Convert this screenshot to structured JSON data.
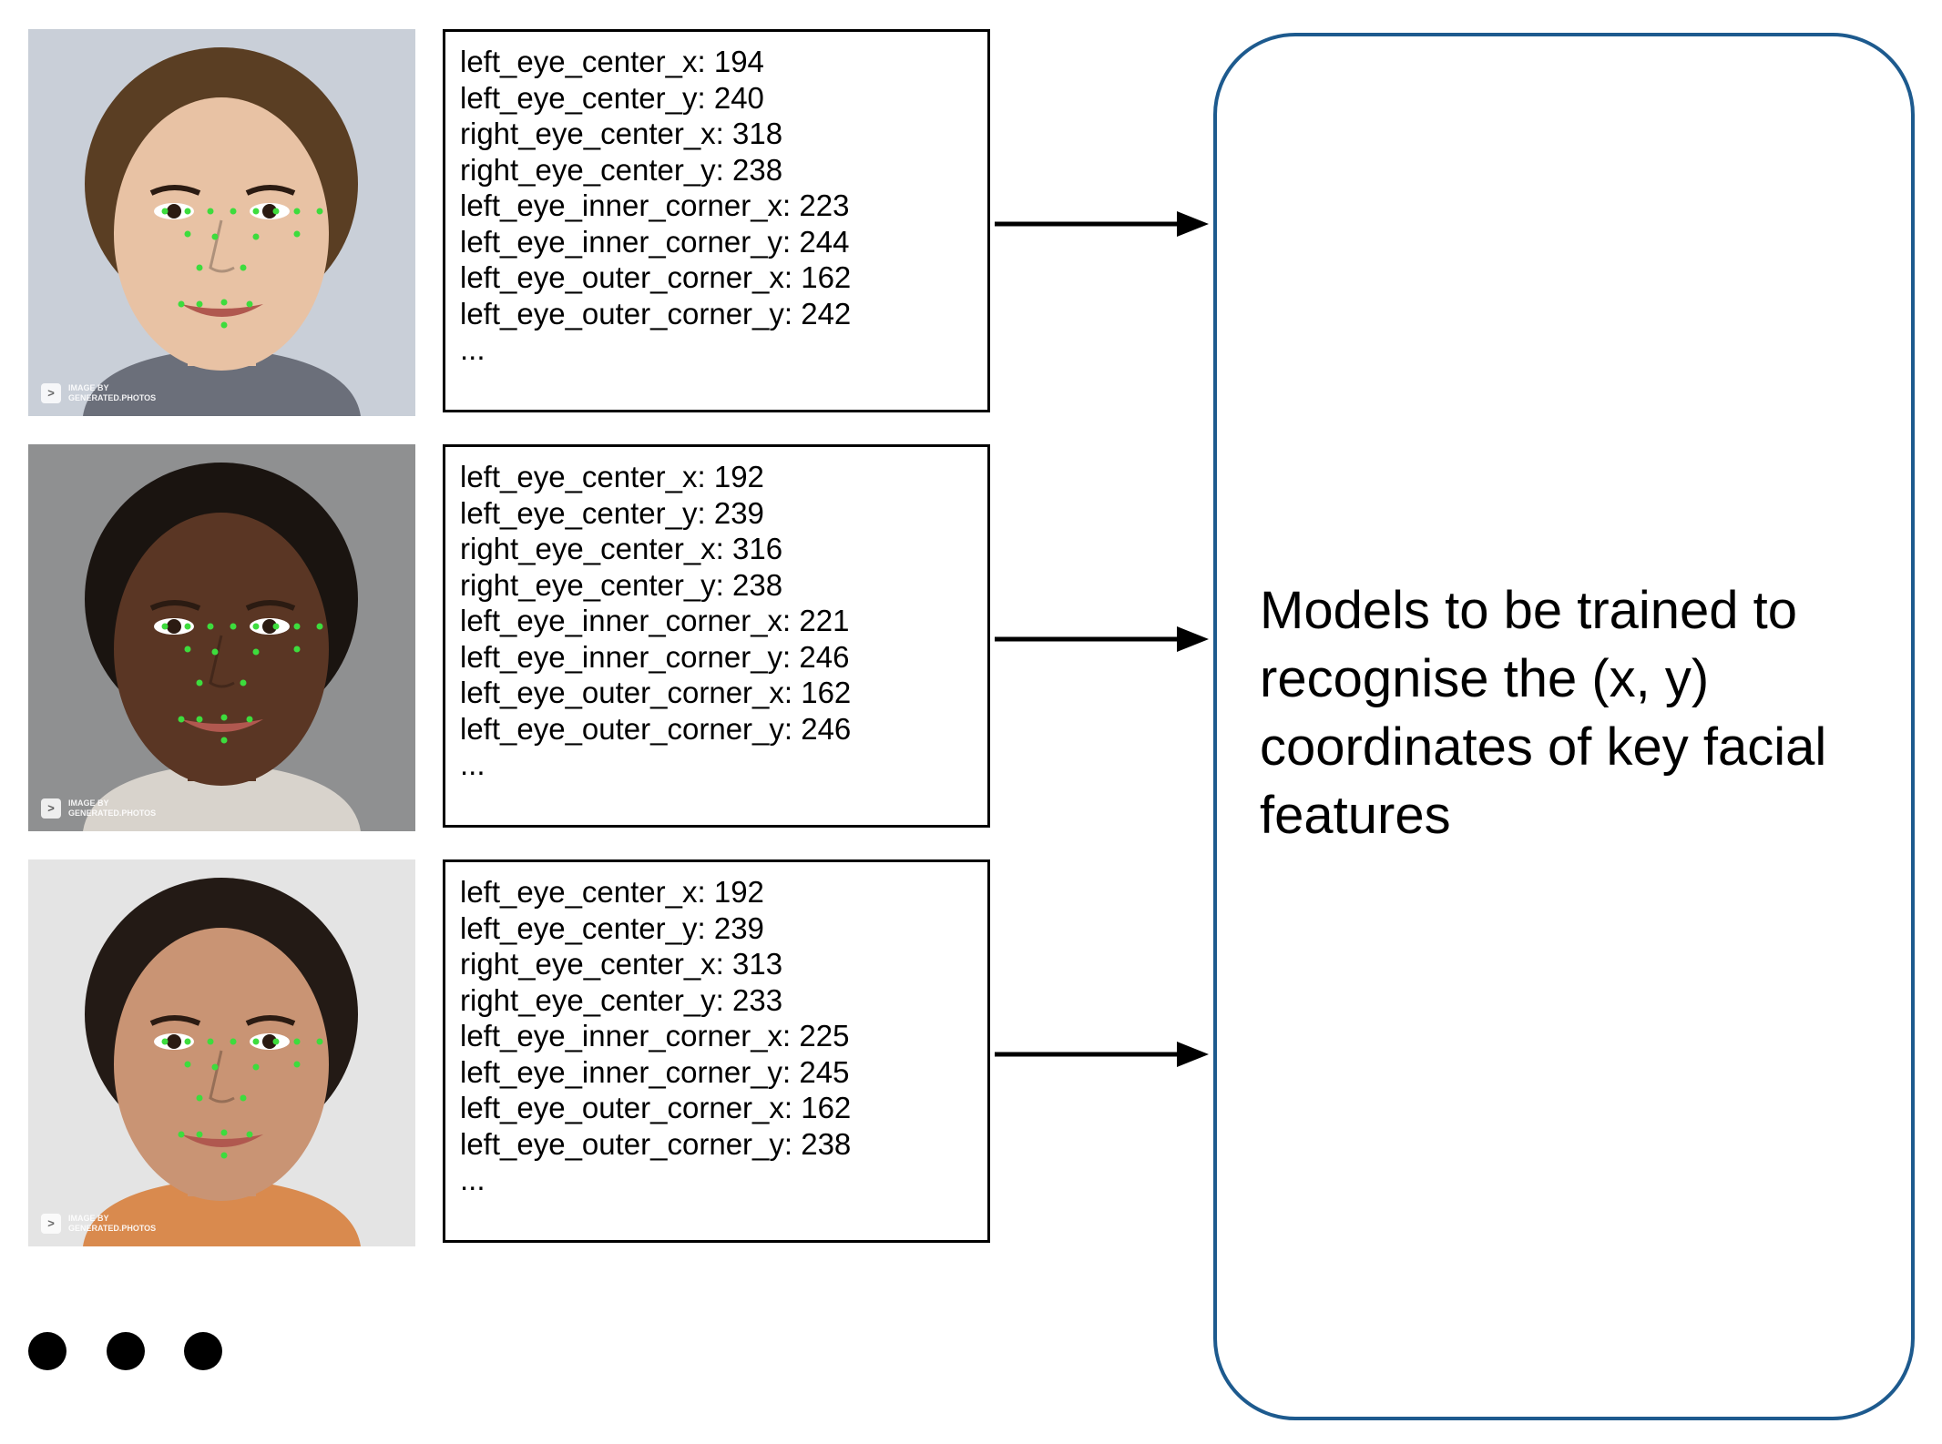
{
  "samples": [
    {
      "skin": "#e8c2a4",
      "hair": "#5a3e23",
      "bg": "#c9cfd8",
      "shirt": "#6b6f7a",
      "lines": [
        "left_eye_center_x: 194",
        "left_eye_center_y: 240",
        "right_eye_center_x: 318",
        "right_eye_center_y: 238",
        "left_eye_inner_corner_x: 223",
        "left_eye_inner_corner_y: 244",
        "left_eye_outer_corner_x: 162",
        "left_eye_outer_corner_y: 242",
        "..."
      ],
      "credit": "IMAGE BY\nGENERATED.PHOTOS"
    },
    {
      "skin": "#5a3624",
      "hair": "#1a1410",
      "bg": "#8f9091",
      "shirt": "#d8d3cc",
      "lines": [
        "left_eye_center_x: 192",
        "left_eye_center_y: 239",
        "right_eye_center_x: 316",
        "right_eye_center_y: 238",
        "left_eye_inner_corner_x: 221",
        "left_eye_inner_corner_y: 246",
        "left_eye_outer_corner_x: 162",
        "left_eye_outer_corner_y: 246",
        "..."
      ],
      "credit": "IMAGE BY\nGENERATED.PHOTOS"
    },
    {
      "skin": "#c99474",
      "hair": "#231a15",
      "bg": "#e4e4e4",
      "shirt": "#d98a4e",
      "lines": [
        "left_eye_center_x: 192",
        "left_eye_center_y: 239",
        "right_eye_center_x: 313",
        "right_eye_center_y: 233",
        "left_eye_inner_corner_x: 225",
        "left_eye_inner_corner_y: 245",
        "left_eye_outer_corner_x: 162",
        "left_eye_outer_corner_y: 238",
        "..."
      ],
      "credit": "IMAGE BY\nGENERATED.PHOTOS"
    }
  ],
  "model": {
    "text": "Models to be trained to recognise the (x, y) coordinates of key facial features",
    "border_color": "#1d5a8e"
  },
  "keypoint_color": "#3ddc3d"
}
